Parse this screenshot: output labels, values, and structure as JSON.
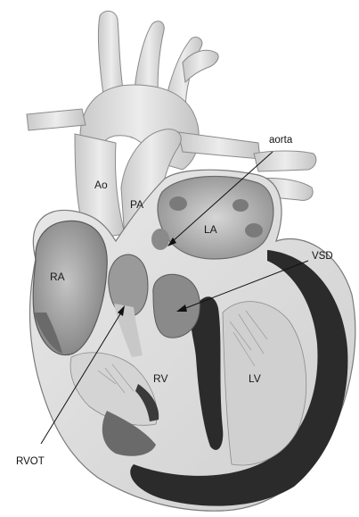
{
  "figure": {
    "background": "#ffffff",
    "labels": {
      "ao": "Ao",
      "pa": "PA",
      "la": "LA",
      "ra": "RA",
      "rv": "RV",
      "lv": "LV"
    },
    "callouts": {
      "aorta": "aorta",
      "vsd": "VSD",
      "rvot": "RVOT"
    },
    "colors": {
      "tissue_light": "#e4e4e4",
      "tissue_mid": "#b8b8b8",
      "tissue_dark": "#7a7a7a",
      "myocardium": "#2b2b2b",
      "outline": "#6a6a6a"
    }
  }
}
